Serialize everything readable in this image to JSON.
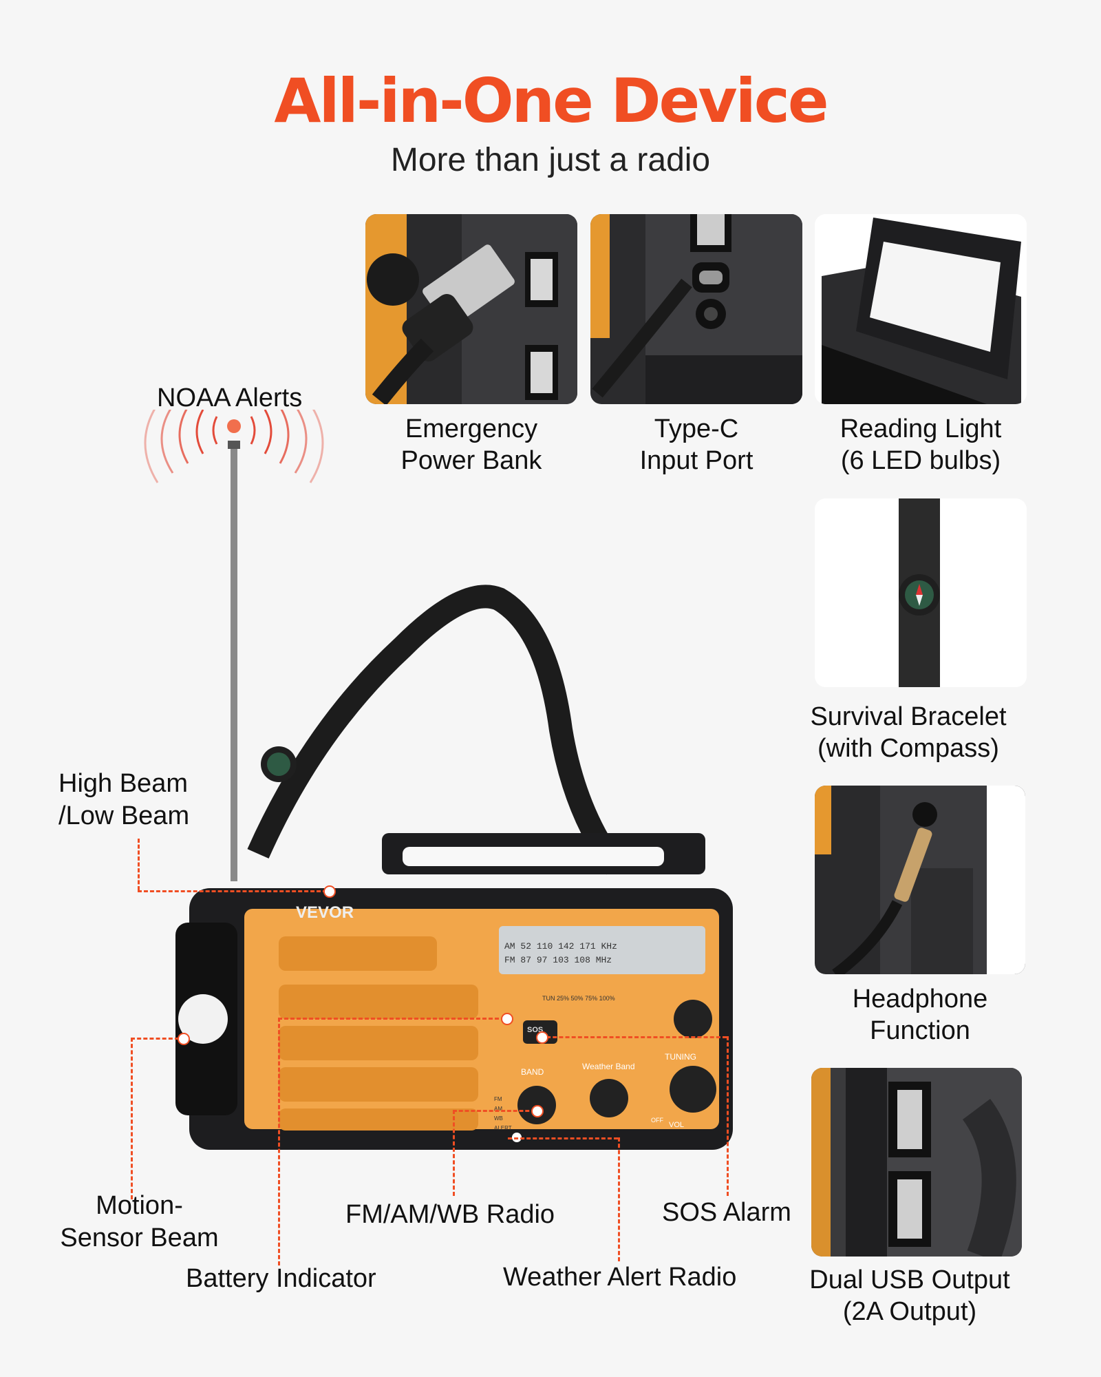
{
  "header": {
    "title": "All-in-One Device",
    "subtitle": "More than just a radio"
  },
  "brand": "VEVOR",
  "tiles": [
    {
      "id": "power-bank",
      "caption_line1": "Emergency",
      "caption_line2": "Power Bank"
    },
    {
      "id": "type-c",
      "caption_line1": "Type-C",
      "caption_line2": "Input Port"
    },
    {
      "id": "reading-light",
      "caption_line1": "Reading Light",
      "caption_line2": "(6 LED bulbs)"
    },
    {
      "id": "bracelet",
      "caption_line1": "Survival Bracelet",
      "caption_line2": "(with Compass)"
    },
    {
      "id": "headphone",
      "caption_line1": "Headphone",
      "caption_line2": "Function"
    },
    {
      "id": "dual-usb",
      "caption_line1": "Dual USB Output",
      "caption_line2": "(2A Output)"
    }
  ],
  "callouts": {
    "noaa": "NOAA Alerts",
    "beam_line1": "High Beam",
    "beam_line2": "/Low Beam",
    "motion_line1": "Motion-",
    "motion_line2": "Sensor Beam",
    "battery": "Battery Indicator",
    "radio": "FM/AM/WB Radio",
    "weather": "Weather Alert Radio",
    "sos": "SOS Alarm"
  },
  "dial": {
    "am_row": [
      "AM",
      "52",
      "110",
      "142",
      "171",
      "KHz"
    ],
    "fm_row": [
      "FM",
      "87",
      "97",
      "103",
      "108",
      "MHz"
    ]
  },
  "panel": {
    "indicators": [
      "TUN",
      "25%",
      "50%",
      "75%",
      "100%"
    ],
    "sos_button": "SOS",
    "band": "BAND",
    "band_options": [
      "FM",
      "AM",
      "WB",
      "ALERT"
    ],
    "weather_band": "Weather Band",
    "tuning": "TUNING",
    "vol": "VOL",
    "off": "OFF"
  },
  "colors": {
    "accent": "#f04e23",
    "radio_orange": "#f2a64a",
    "radio_black": "#1d1d1f"
  }
}
